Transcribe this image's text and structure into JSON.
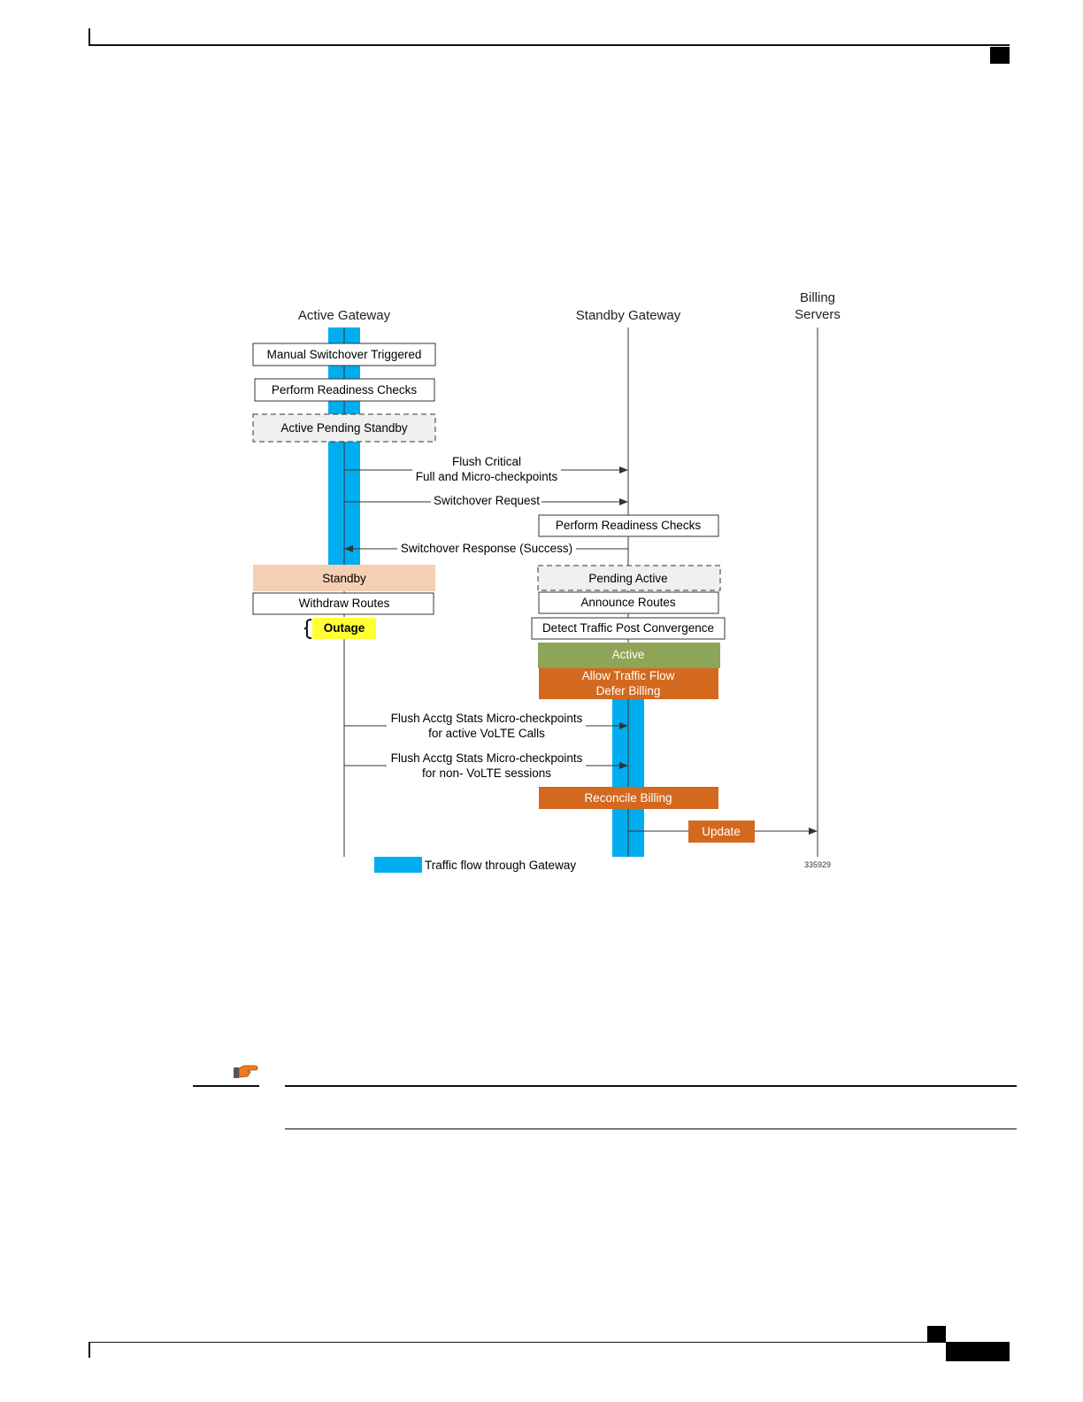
{
  "diagram": {
    "lanes": {
      "active_gateway": "Active Gateway",
      "standby_gateway": "Standby Gateway",
      "billing_servers_line1": "Billing",
      "billing_servers_line2": "Servers"
    },
    "active_steps": {
      "manual_switchover": "Manual Switchover Triggered",
      "readiness_checks": "Perform Readiness Checks",
      "pending_standby": "Active Pending Standby",
      "standby": "Standby",
      "withdraw_routes": "Withdraw Routes",
      "outage": "Outage"
    },
    "standby_steps": {
      "readiness_checks": "Perform Readiness Checks",
      "pending_active": "Pending Active",
      "announce_routes": "Announce Routes",
      "detect_traffic": "Detect Traffic Post Convergence",
      "active": "Active",
      "allow_traffic_line1": "Allow Traffic Flow",
      "allow_traffic_line2": "Defer Billing",
      "reconcile_billing": "Reconcile Billing",
      "update": "Update"
    },
    "messages": {
      "flush_critical_line1": "Flush Critical",
      "flush_critical_line2": "Full and Micro-checkpoints",
      "switchover_request": "Switchover Request",
      "switchover_response": "Switchover Response (Success)",
      "flush_volte_line1": "Flush Acctg Stats Micro-checkpoints",
      "flush_volte_line2": "for active VoLTE Calls",
      "flush_nonvolte_line1": "Flush Acctg Stats Micro-checkpoints",
      "flush_nonvolte_line2": "for non- VoLTE sessions"
    },
    "legend": "Traffic flow through Gateway",
    "figure_id": "335929",
    "colors": {
      "traffic": "#00adef",
      "standby_fill": "#f5cfb4",
      "pending_fill": "#f0f0f0",
      "active_fill": "#8ea456",
      "orange_fill": "#d2691f",
      "outage_fill": "#ffff33"
    }
  },
  "note_icon": "pointing-hand-icon"
}
